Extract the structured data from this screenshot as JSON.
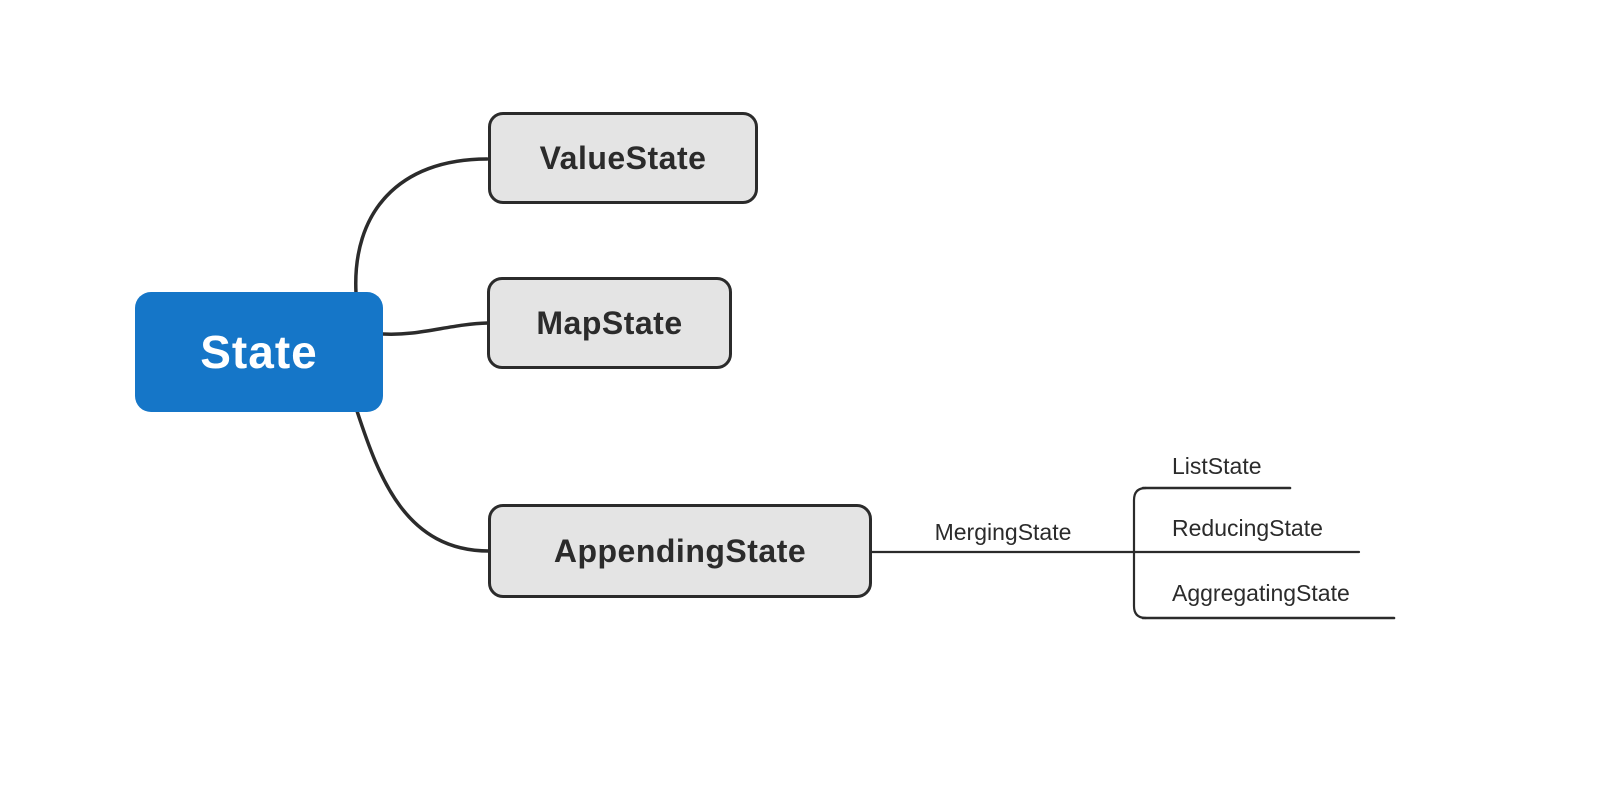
{
  "mindmap": {
    "root": {
      "label": "State"
    },
    "level1": [
      {
        "label": "ValueState"
      },
      {
        "label": "MapState"
      },
      {
        "label": "AppendingState"
      }
    ],
    "level2": {
      "label": "MergingState"
    },
    "level3": [
      {
        "label": "ListState"
      },
      {
        "label": "ReducingState"
      },
      {
        "label": "AggregatingState"
      }
    ],
    "colors": {
      "background": "#FFFFFF",
      "root_fill": "#1576C8",
      "root_text": "#FFFFFF",
      "box_fill": "#E4E4E4",
      "box_border": "#2B2B2B",
      "line": "#2B2B2B",
      "text": "#2B2B2B"
    }
  }
}
